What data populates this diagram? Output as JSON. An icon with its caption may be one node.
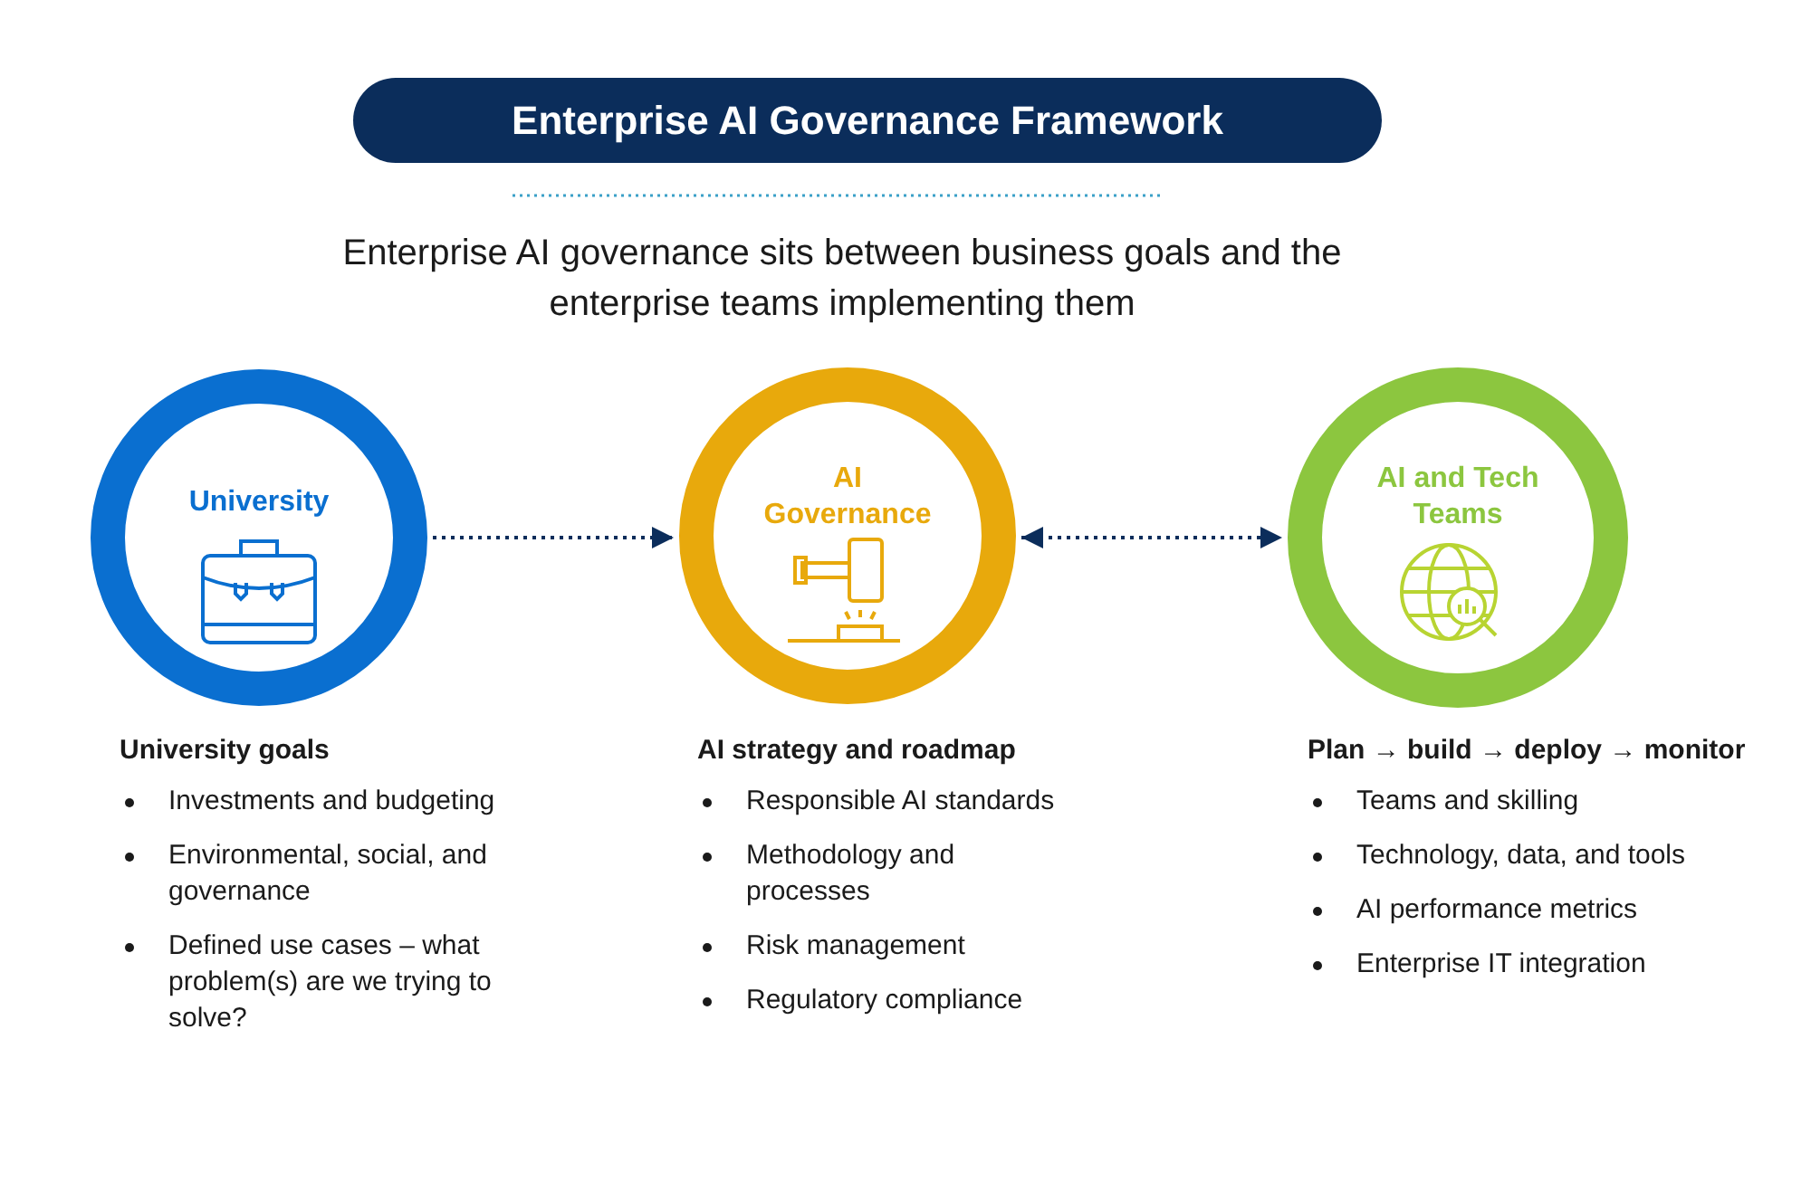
{
  "diagram": {
    "title": "Enterprise AI Governance Framework",
    "nodes": [
      {
        "text": [
          "University"
        ],
        "beside": [
          "University goals",
          "Investments and budgeting",
          "Environmental, social, and governance",
          "Defined use cases – what problem(s) are we trying to solve?"
        ]
      },
      {
        "text": [
          "AI Governance"
        ],
        "beside": [
          "AI strategy and roadmap",
          "Responsible AI standards",
          "Methodology and processes",
          "Risk management",
          "Regulatory compliance"
        ]
      },
      {
        "text": [
          "AI and Tech Teams"
        ],
        "beside": [
          "Plan → build → deploy → monitor",
          "Teams and skilling",
          "Technology, data, and tools",
          "AI performance metrics",
          "Enterprise IT integration"
        ]
      }
    ],
    "edges": [
      {
        "from": 0,
        "to": 1,
        "arrow": "to",
        "style": "dashed"
      },
      {
        "from": 1,
        "to": 2,
        "arrow": "both",
        "style": "dashed"
      }
    ],
    "labels": [
      "Enterprise AI governance sits between business goals and the enterprise teams implementing them"
    ]
  }
}
